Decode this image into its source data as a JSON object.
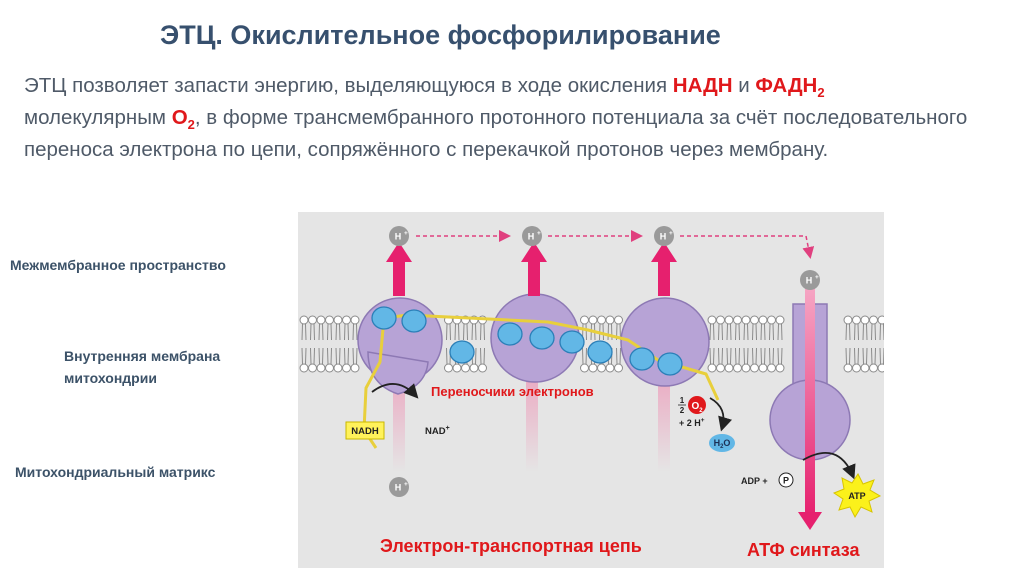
{
  "title": "ЭТЦ. Окислительное фосфорилирование",
  "intro": {
    "part1": "ЭТЦ позволяет запасти энергию, выделяющуюся в ходе окисления ",
    "nadh": "НАДН",
    "and": " и ",
    "fadh": "ФАДН",
    "fadh_sub": "2",
    "part2": "молекулярным ",
    "o": "O",
    "o_sub": "2",
    "part3": ", в форме трансмембранного протонного потенциала за счёт последовательного переноса электрона по цепи, сопряжённого с перекачкой протонов через мембрану."
  },
  "side_labels": {
    "intermembrane": "Межмембранное пространство",
    "inner_membrane_1": "Внутренняя мембрана",
    "inner_membrane_2": "митохондрии",
    "matrix": "Митохондриальный матрикс"
  },
  "diagram": {
    "proton": "H",
    "proton_sup": "+",
    "carriers_label": "Переносчики электронов",
    "nadh": "NADH",
    "nad_plus": "NAD",
    "nad_sup": "+",
    "half": "1",
    "half_den": "2",
    "o2": "O",
    "o2_sub": "2",
    "two_h": "+ 2 H",
    "two_h_sup": "+",
    "h2o": "H",
    "h2o_sub": "2",
    "h2o_o": "O",
    "adp": "ADP +",
    "p": "P",
    "atp": "ATP",
    "etc_caption": "Электрон-транспортная цепь",
    "atp_synthase": "АТФ синтаза"
  },
  "colors": {
    "title": "#37506e",
    "body_text": "#4f5a68",
    "highlight": "#e0181b",
    "diagram_bg": "#e5e5e5",
    "complex": "#b7a3d6",
    "carrier": "#62b7e6",
    "pump_arrow": "#e6206e",
    "electron_path": "#e8cf3c"
  }
}
